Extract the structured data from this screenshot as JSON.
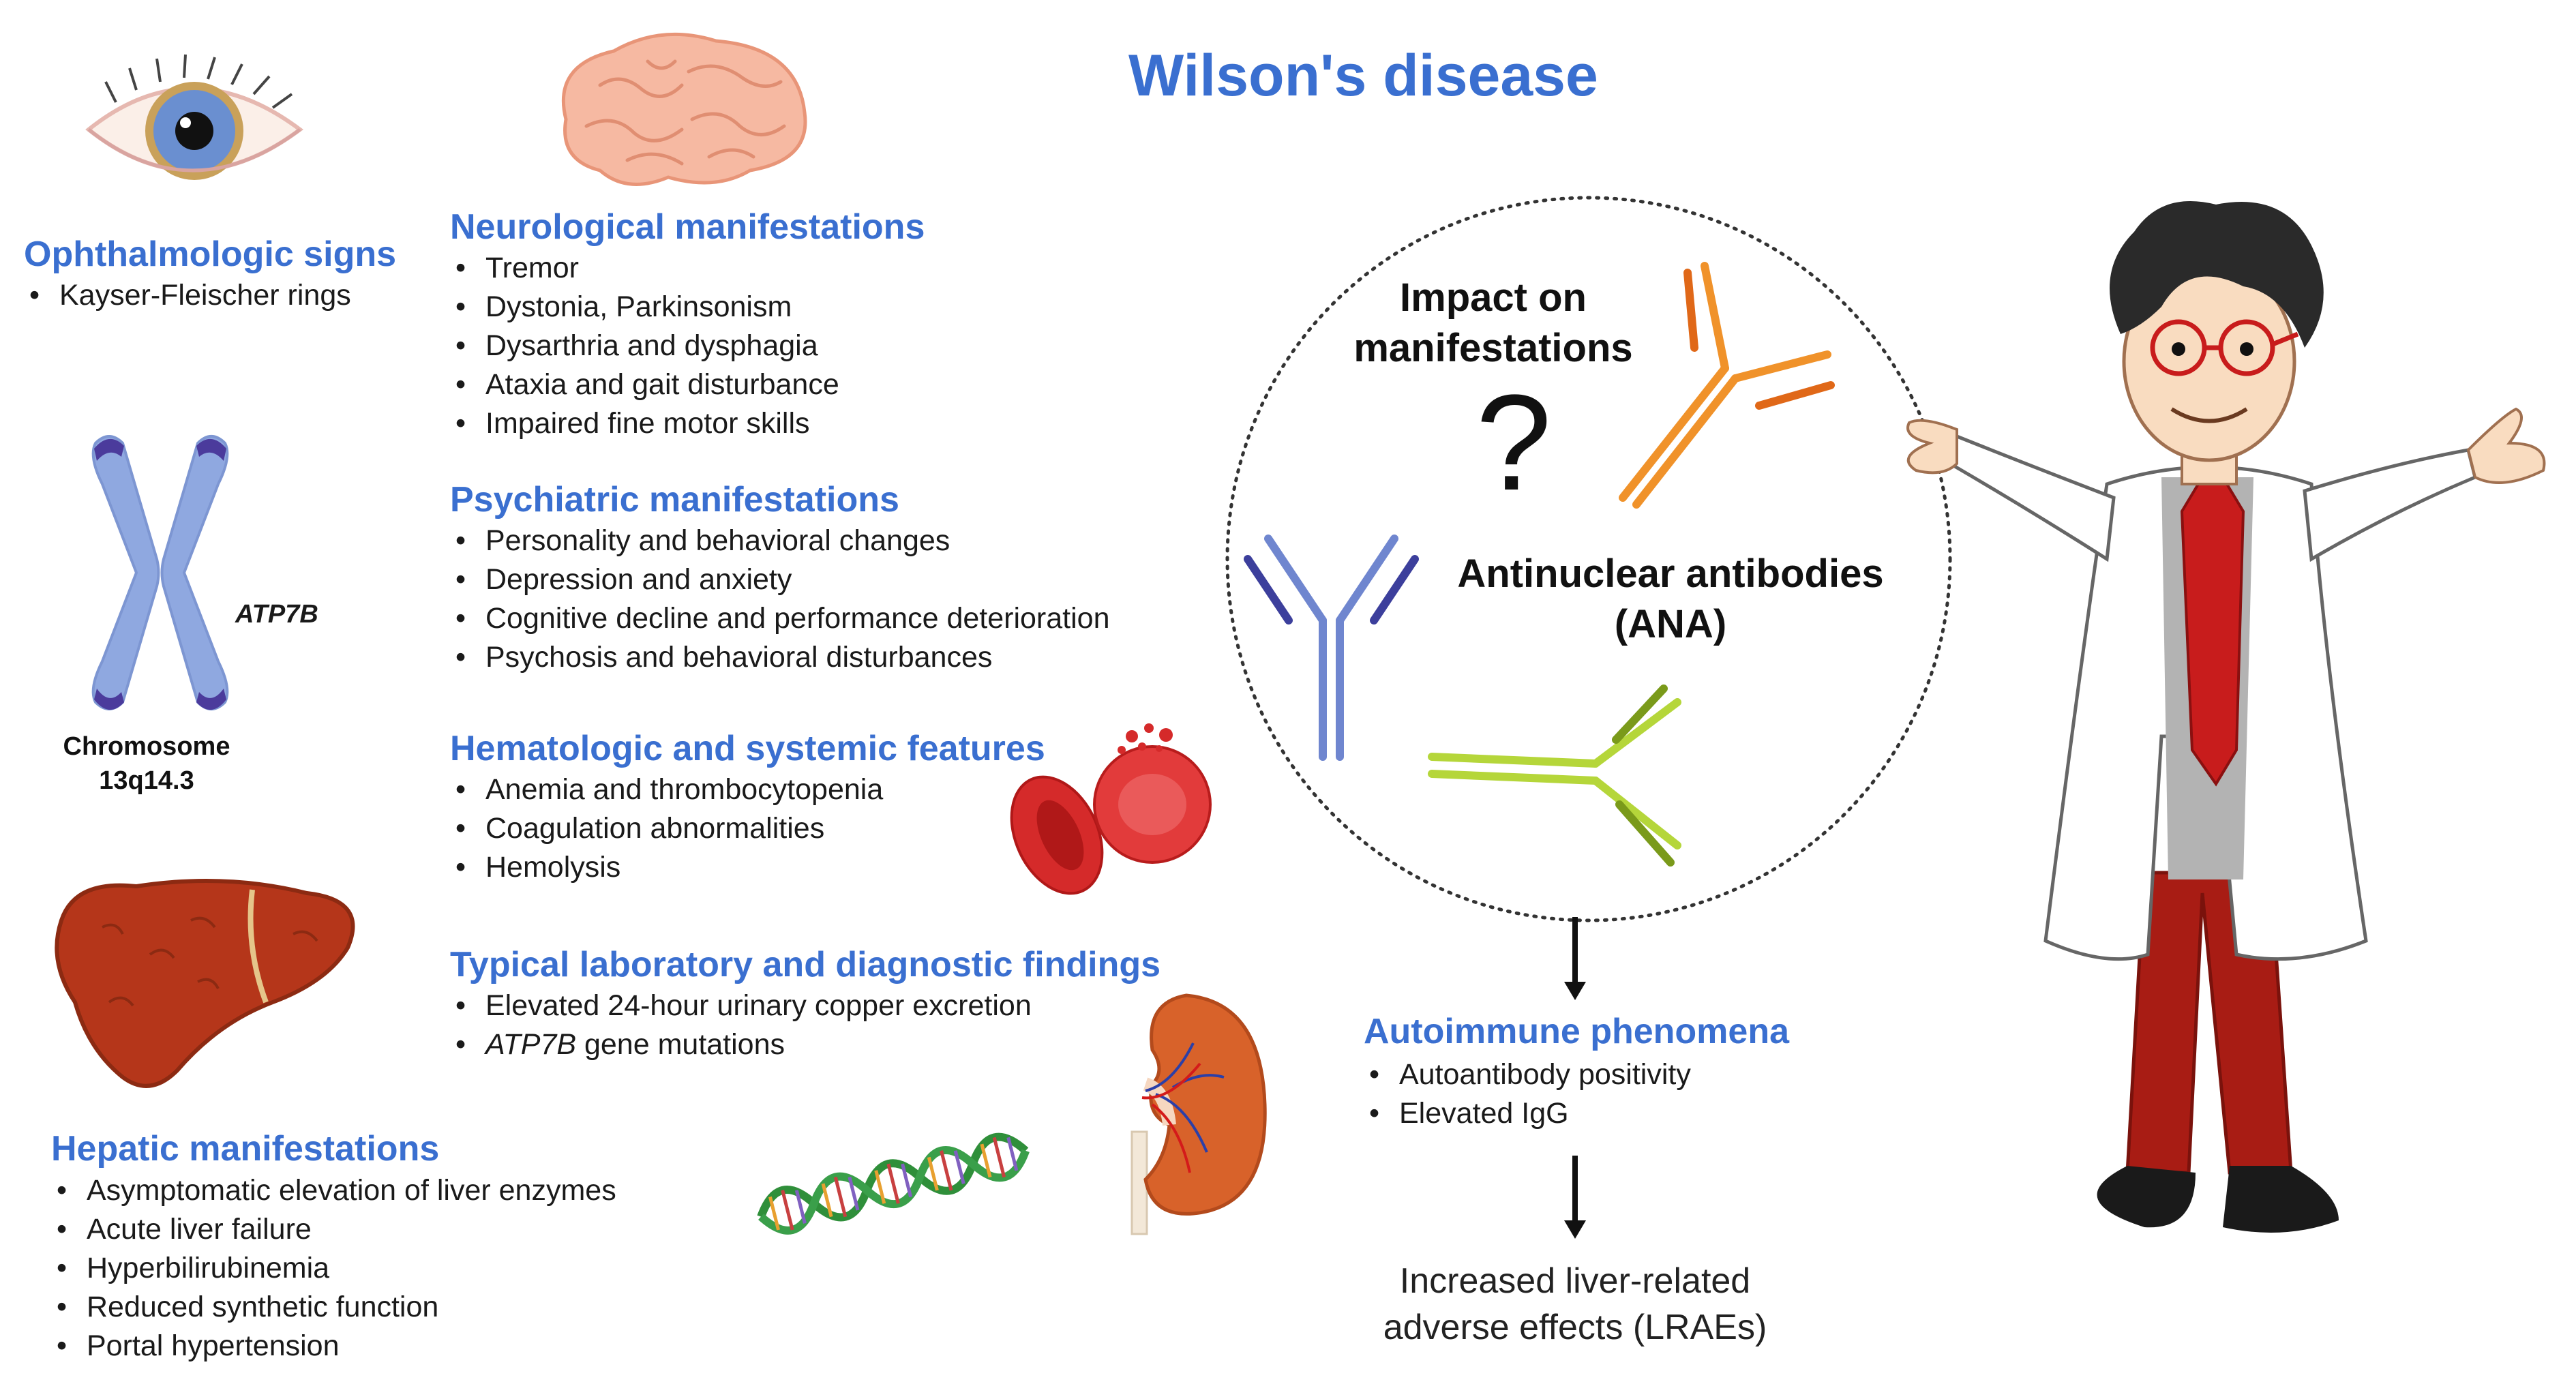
{
  "title": "Wilson's disease",
  "ophthalmologic": {
    "heading": "Ophthalmologic signs",
    "items": [
      "Kayser-Fleischer rings"
    ]
  },
  "neurological": {
    "heading": "Neurological manifestations",
    "items": [
      "Tremor",
      "Dystonia, Parkinsonism",
      "Dysarthria and dysphagia",
      "Ataxia and gait disturbance",
      "Impaired fine motor skills"
    ]
  },
  "psychiatric": {
    "heading": "Psychiatric manifestations",
    "items": [
      "Personality and behavioral changes",
      "Depression and anxiety",
      "Cognitive decline and performance deterioration",
      "Psychosis and behavioral disturbances"
    ]
  },
  "hematologic": {
    "heading": "Hematologic and systemic features",
    "items": [
      "Anemia and thrombocytopenia",
      "Coagulation abnormalities",
      "Hemolysis"
    ]
  },
  "laboratory": {
    "heading": "Typical laboratory and diagnostic findings",
    "item1": "Elevated 24-hour urinary copper excretion",
    "item2_gene": "ATP7B",
    "item2_rest": " gene mutations"
  },
  "hepatic": {
    "heading": "Hepatic manifestations",
    "items": [
      "Asymptomatic elevation of liver enzymes",
      "Acute liver failure",
      "Hyperbilirubinemia",
      "Reduced synthetic function",
      "Portal hypertension"
    ]
  },
  "chromosome": {
    "gene_label": "ATP7B",
    "label_line1": "Chromosome",
    "label_line2": "13q14.3"
  },
  "circle": {
    "impact_line1": "Impact on",
    "impact_line2": "manifestations",
    "question": "?",
    "ana_line1": "Antinuclear antibodies",
    "ana_line2": "(ANA)"
  },
  "autoimmune": {
    "heading": "Autoimmune phenomena",
    "items": [
      "Autoantibody positivity",
      "Elevated IgG"
    ]
  },
  "outcome": {
    "line1": "Increased liver-related",
    "line2": "adverse effects (LRAEs)"
  },
  "colors": {
    "heading_blue": "#3a6fd0",
    "antibody_blue": "#6f86cf",
    "antibody_orange": "#f0922a",
    "antibody_green": "#b5d63a"
  }
}
